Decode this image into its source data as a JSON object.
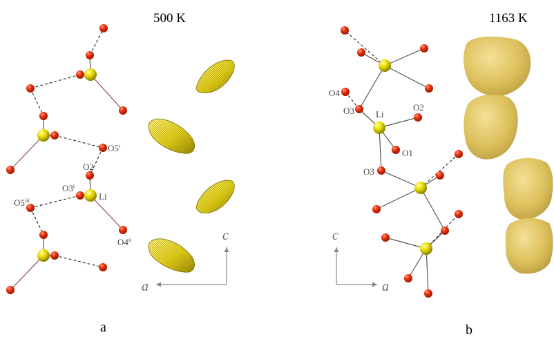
{
  "panel_a": {
    "temperature": "500 K",
    "letter": "a",
    "labels": {
      "o5i": "O5",
      "o5i_sup": "i",
      "o2": "O2",
      "o3i": "O3",
      "o3i_sup": "i",
      "li": "Li",
      "o5iii": "O5",
      "o5iii_sup": "iii",
      "o4ii": "O4",
      "o4ii_sup": "ii"
    },
    "axes": {
      "horizontal": "a",
      "vertical": "c"
    }
  },
  "panel_b": {
    "temperature": "1163 K",
    "letter": "b",
    "labels": {
      "o4": "O4",
      "o3_top": "O3",
      "li": "Li",
      "o2": "O2",
      "o1": "O1",
      "o3_mid": "O3"
    },
    "axes": {
      "horizontal": "a",
      "vertical": "c"
    }
  },
  "colors": {
    "oxygen": "#e03010",
    "lithium": "#e6d800",
    "ellipsoid": "#e8d420",
    "density": "#d7b84a",
    "axis": "#888888"
  }
}
